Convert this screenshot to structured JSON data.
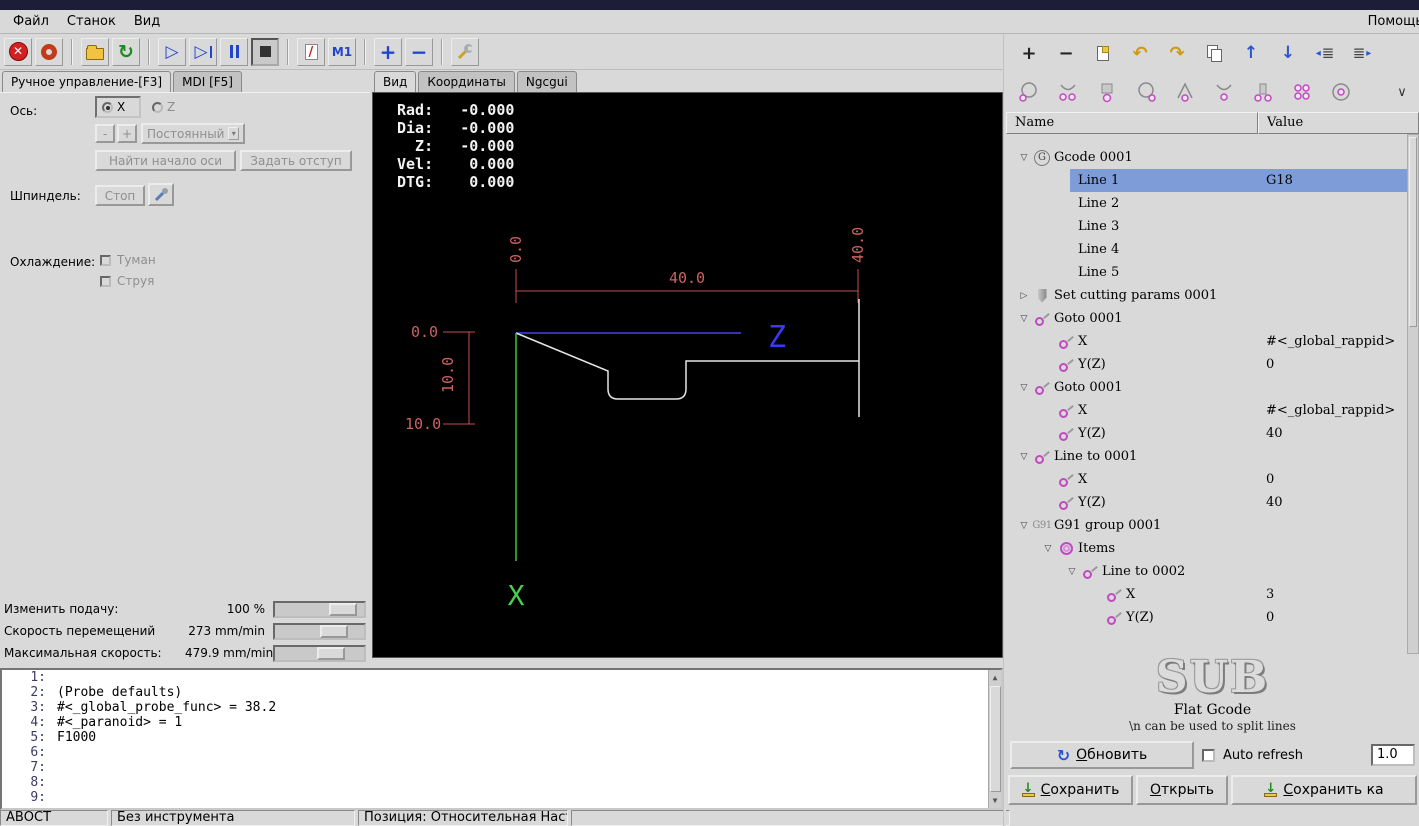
{
  "titlebar": {
    "text": ""
  },
  "menubar": {
    "file": "Файл",
    "machine": "Станок",
    "view": "Вид",
    "help": "Помощь"
  },
  "icons": {
    "estop": "✕",
    "reload": "↻",
    "run": "▷",
    "step": "▷",
    "block_delete": "/",
    "optional_stop": "M1",
    "zoom_in": "+",
    "zoom_out": "−",
    "add": "+",
    "remove": "−",
    "undo": "↶",
    "redo": "↷",
    "move_up": "↑",
    "move_down": "↓",
    "outdent": "◂",
    "indent": "▸",
    "lines": "≣",
    "chevron_down": "∨",
    "refresh": "↻",
    "save_arrow": "↓",
    "scroll_up": "▲",
    "scroll_down": "▼",
    "combo_arrow": "▾"
  },
  "manual": {
    "tab_manual": "Ручное управление-[F3]",
    "tab_mdi": "MDI [F5]",
    "axis_label": "Ось:",
    "axis_x": "X",
    "axis_z": "Z",
    "jog_minus": "-",
    "jog_plus": "+",
    "jog_mode": "Постоянный",
    "home_axis": "Найти начало оси",
    "set_offset": "Задать отступ",
    "spindle_label": "Шпиндель:",
    "spindle_stop": "Стоп",
    "coolant_label": "Охлаждение:",
    "mist": "Туман",
    "flood": "Струя"
  },
  "sliders": [
    {
      "label": "Изменить подачу:",
      "value": "100 %"
    },
    {
      "label": "Скорость перемещений",
      "value": "273 mm/min"
    },
    {
      "label": "Максимальная скорость:",
      "value": "479.9 mm/min"
    }
  ],
  "preview": {
    "tab_view": "Вид",
    "tab_coords": "Координаты",
    "tab_ngcgui": "Ngcgui",
    "dro_text": "Rad:   -0.000\nDia:   -0.000\n  Z:   -0.000\nVel:    0.000\nDTG:    0.000",
    "dim_width": "40.0",
    "dim_top_left": "0.0",
    "dim_top_right": "40.0",
    "dim_left_zero": "0.0",
    "dim_left_vert": "10.0",
    "dim_left_low": "10.0",
    "axis_z": "Z",
    "axis_x": "X"
  },
  "editor": {
    "lines": [
      {
        "n": "1:",
        "t": ""
      },
      {
        "n": "2:",
        "t": "(Probe defaults)"
      },
      {
        "n": "3:",
        "t": "#<_global_probe_func> = 38.2"
      },
      {
        "n": "4:",
        "t": "#<_paranoid> = 1"
      },
      {
        "n": "5:",
        "t": "F1000"
      },
      {
        "n": "6:",
        "t": ""
      },
      {
        "n": "7:",
        "t": ""
      },
      {
        "n": "8:",
        "t": ""
      },
      {
        "n": "9:",
        "t": ""
      }
    ]
  },
  "statusbar": {
    "estop": "АВОСТ",
    "tool": "Без инструмента",
    "position": "Позиция: Относительная Насто"
  },
  "features": {
    "header_name": "Name",
    "header_value": "Value",
    "rows": [
      {
        "exp": "▽",
        "icon_text": "G",
        "label": "Gcode 0001",
        "value": ""
      },
      {
        "exp": "",
        "label": "Line 1",
        "value": "G18"
      },
      {
        "exp": "",
        "label": "Line 2",
        "value": ""
      },
      {
        "exp": "",
        "label": "Line 3",
        "value": ""
      },
      {
        "exp": "",
        "label": "Line 4",
        "value": ""
      },
      {
        "exp": "",
        "label": "Line 5",
        "value": ""
      },
      {
        "exp": "▷",
        "label": "Set cutting params 0001",
        "value": ""
      },
      {
        "exp": "▽",
        "label": "Goto 0001",
        "value": ""
      },
      {
        "exp": "",
        "label": "X",
        "value": "#<_global_rappid>"
      },
      {
        "exp": "",
        "label": "Y(Z)",
        "value": "0"
      },
      {
        "exp": "▽",
        "label": "Goto 0001",
        "value": ""
      },
      {
        "exp": "",
        "label": "X",
        "value": "#<_global_rappid>"
      },
      {
        "exp": "",
        "label": "Y(Z)",
        "value": "40"
      },
      {
        "exp": "▽",
        "label": "Line to 0001",
        "value": ""
      },
      {
        "exp": "",
        "label": "X",
        "value": "0"
      },
      {
        "exp": "",
        "label": "Y(Z)",
        "value": "40"
      },
      {
        "exp": "▽",
        "icon_text": "G91",
        "label": "G91 group 0001",
        "value": ""
      },
      {
        "exp": "▽",
        "label": "Items",
        "value": ""
      },
      {
        "exp": "▽",
        "label": "Line to 0002",
        "value": ""
      },
      {
        "exp": "",
        "label": "X",
        "value": "3"
      },
      {
        "exp": "",
        "label": "Y(Z)",
        "value": "0"
      }
    ],
    "sub_title": "SUB",
    "sub_caption": "Flat Gcode",
    "sub_note": "\\n can be used to split lines",
    "refresh_label": "Обновить",
    "auto_refresh_label": "Auto refresh",
    "interval": "1.0",
    "save_label": "Сохранить",
    "open_label": "Открыть",
    "save_as_label": "Сохранить ка"
  }
}
